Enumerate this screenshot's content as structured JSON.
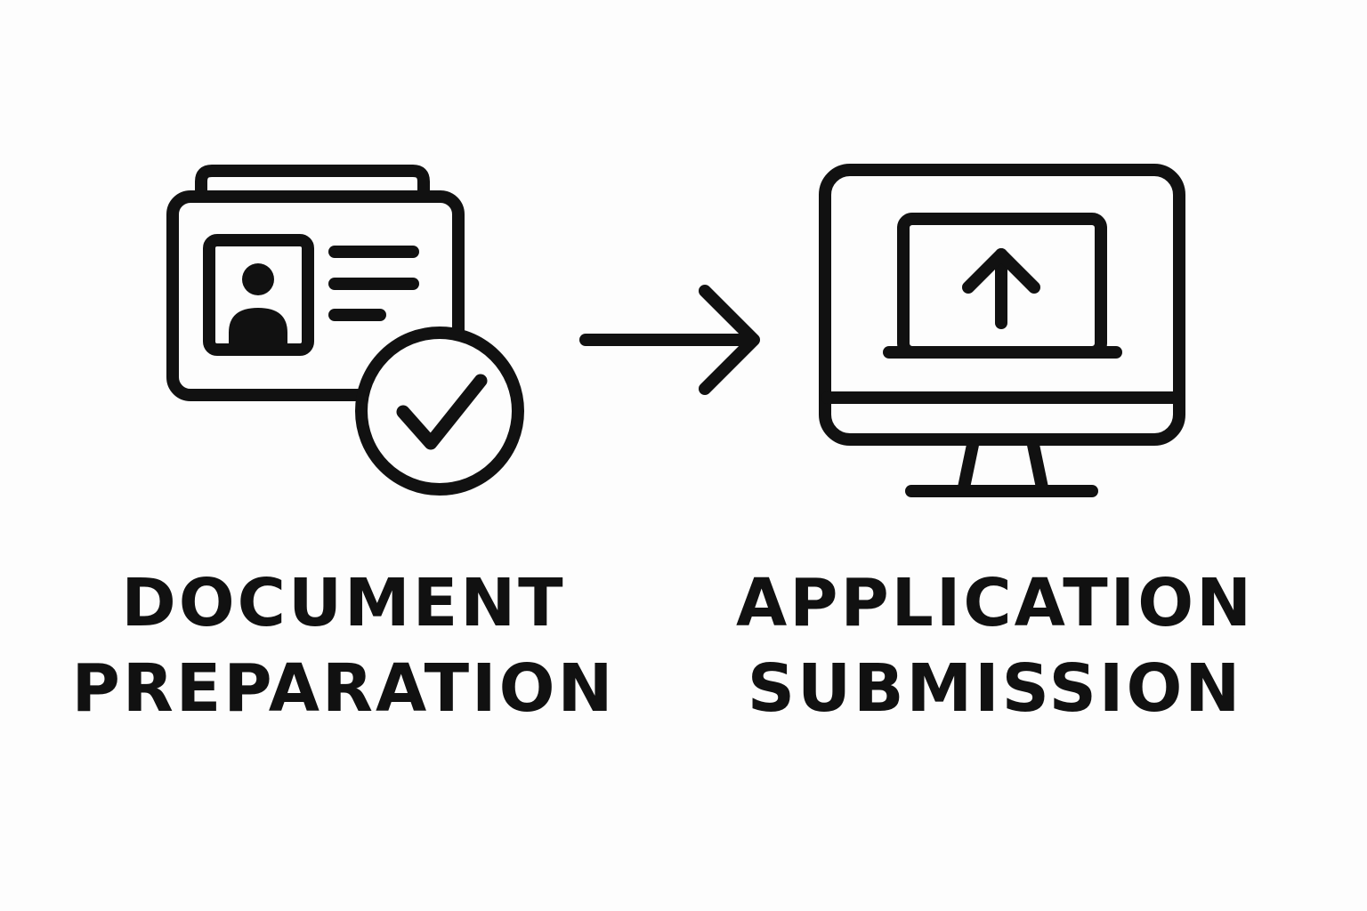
{
  "colors": {
    "background": "#fdfdfd",
    "ink": "#111111"
  },
  "steps": [
    {
      "icon": "id-card-check-icon",
      "label_line1": "DOCUMENT",
      "label_line2": "PREPARATION"
    },
    {
      "icon": "monitor-upload-icon",
      "label_line1": "APPLICATION",
      "label_line2": "SUBMISSION"
    }
  ],
  "connector": {
    "icon": "arrow-right-icon"
  }
}
